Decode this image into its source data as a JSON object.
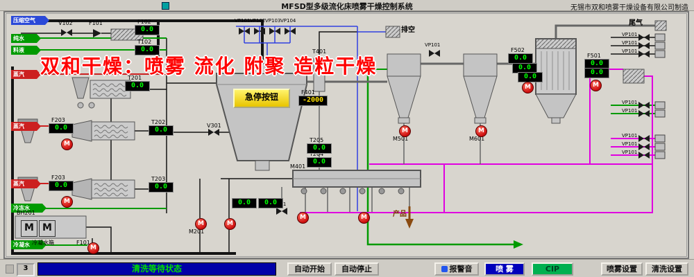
{
  "titlebar": {
    "title": "MFSD型多级流化床喷雾干燥控制系统",
    "manufacturer": "无锡市双和喷雾干燥设备有限公司制造"
  },
  "watermark": "双和干燥：喷雾 流化 附聚 造粒干燥",
  "streams": {
    "compressed_air": "压缩空气",
    "pure_water": "纯水",
    "feed": "料液",
    "steam": "蒸汽",
    "chilled_water": "冷冻水",
    "condensate": "冷凝水"
  },
  "labels": {
    "v102": "V102",
    "f101": "F101",
    "f102": "F102",
    "t102": "T102",
    "t201": "T201",
    "t202": "T202",
    "t203": "T203",
    "t204": "T204",
    "t205": "T205",
    "f203": "F203",
    "v301": "V301",
    "t401": "T401",
    "f401": "F401",
    "f501": "F501",
    "f502": "F502",
    "vp101": "VP101",
    "vp102": "VP102",
    "vp103": "VP103",
    "vp104": "VP104",
    "vp201": "VP201",
    "m201": "M201",
    "m401": "M401",
    "m501": "M501",
    "m601": "M601",
    "bh201": "BH201",
    "exhaust": "排空",
    "tail_gas": "尾气",
    "product": "产品",
    "condensate_tank": "冷凝水箱"
  },
  "displays": {
    "zero": "0.0",
    "t401_level": "-2000"
  },
  "pump_label": "M",
  "emergency_label": "急停按钮",
  "statusbar": {
    "indicator": "3",
    "status": "清洗等待状态",
    "auto_start": "自动开始",
    "auto_stop": "自动停止",
    "alarm": "报警音",
    "spray": "喷 雾",
    "cip": "CIP",
    "spray_settings": "喷雾设置",
    "clean_settings": "清洗设置"
  },
  "colors": {
    "display_text": "#00ff00",
    "display_alt": "#ffe000",
    "pipe_green": "#009a00",
    "pipe_magenta": "#e000e0",
    "pipe_blue": "#3040e0",
    "pump_red": "#cc0f0f",
    "status_bg": "#0000a8",
    "status_text": "#00e000",
    "cip_bg": "#00b050",
    "spray_bg": "#0000bb",
    "watermark_red": "#ff0000"
  }
}
